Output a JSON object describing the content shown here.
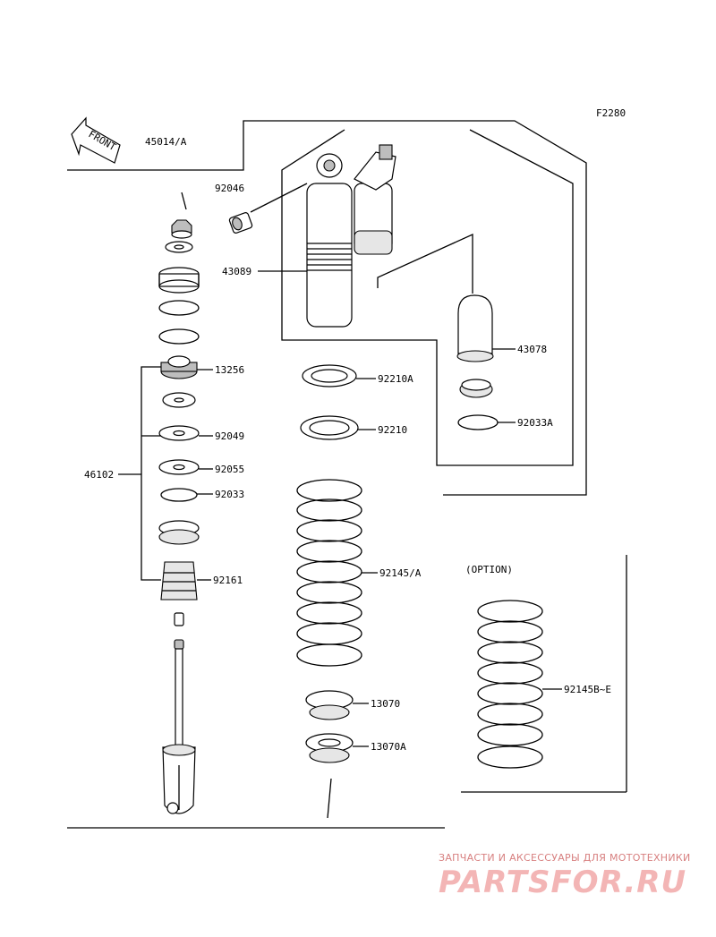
{
  "figure_code": "F2280",
  "front_arrow_label": "FRONT",
  "callouts": {
    "c45014": "45014/A",
    "c92046": "92046",
    "c43089": "43089",
    "c43078": "43078",
    "c13256": "13256",
    "c92210A": "92210A",
    "c92210": "92210",
    "c92033A": "92033A",
    "c92049": "92049",
    "c46102": "46102",
    "c92055": "92055",
    "c92033": "92033",
    "c92161": "92161",
    "c92145A": "92145/A",
    "c92145BE": "92145B~E",
    "c13070": "13070",
    "c13070A": "13070A"
  },
  "option_label": "(OPTION)",
  "watermark": {
    "subtitle": "ЗАПЧАСТИ И АКСЕССУАРЫ ДЛЯ МОТОТЕХНИКИ",
    "logo": "PARTSFOR.RU"
  }
}
